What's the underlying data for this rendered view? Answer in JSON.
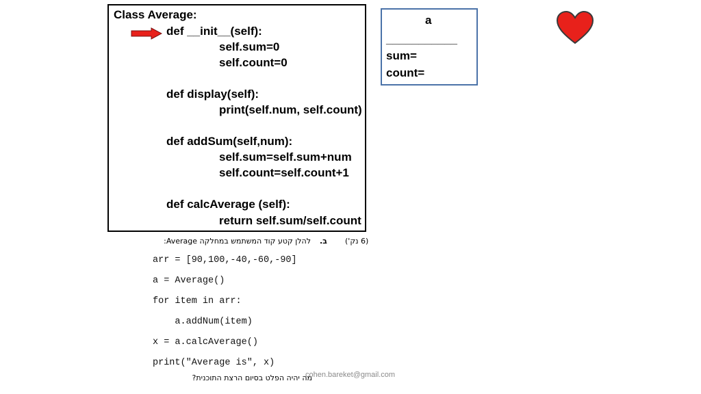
{
  "class_box": {
    "lines": [
      "Class Average:",
      "def __init__(self):",
      "self.sum=0",
      "self.count=0",
      "def display(self):",
      "print(self.num, self.count)",
      "def addSum(self,num):",
      "self.sum=self.sum+num",
      "self.count=self.count+1",
      "def calcAverage (self):",
      "return self.sum/self.count"
    ]
  },
  "object_box": {
    "name": "a",
    "underline": "___________",
    "fields": [
      "sum=",
      "count="
    ]
  },
  "question": {
    "points": "(6 נק')",
    "letter": "ב.",
    "intro": "להלן קטע קוד המשתמש במחלקה Average:",
    "prompt": "מה יהיה הפלט בסיום הרצת התוכנית?"
  },
  "code_lines": [
    "arr = [90,100,-40,-60,-90]",
    "a = Average()",
    "for item in arr:",
    "    a.addNum(item)",
    "x = a.calcAverage()",
    "print(\"Average is\", x)"
  ],
  "footer": {
    "email": "cohen.bareket@gmail.com"
  },
  "colors": {
    "arrow_fill": "#e8211b",
    "heart_fill": "#e8211b",
    "object_border": "#4a72a8"
  }
}
